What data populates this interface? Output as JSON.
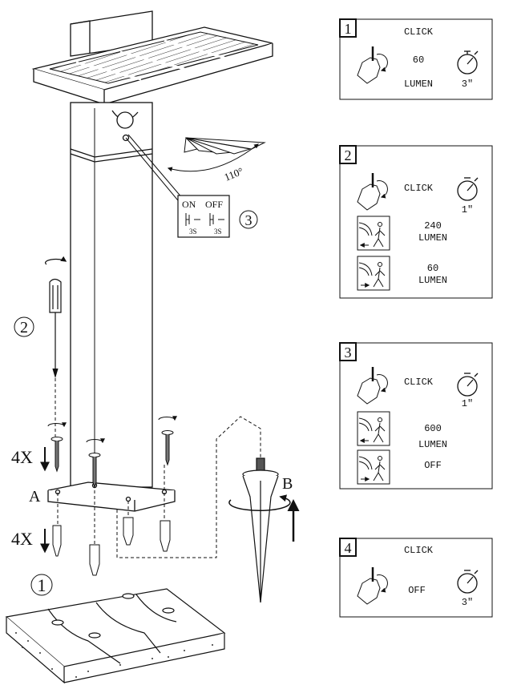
{
  "left": {
    "labels": {
      "step1": "1",
      "step2": "2",
      "step3": "3",
      "part_a": "A",
      "part_b": "B",
      "qty_screws": "4X",
      "qty_anchors": "4X",
      "angle": "110°"
    },
    "switch": {
      "on": "ON",
      "off": "OFF",
      "hold1": "3S",
      "hold2": "3S"
    }
  },
  "modes": [
    {
      "number": "1",
      "click": "CLICK",
      "value": "60",
      "unit": "LUMEN",
      "time": "3\""
    },
    {
      "number": "2",
      "click": "CLICK",
      "time": "1\"",
      "motion_value": "240",
      "motion_unit": "LUMEN",
      "idle_value": "60",
      "idle_unit": "LUMEN"
    },
    {
      "number": "3",
      "click": "CLICK",
      "time": "1\"",
      "motion_value": "600",
      "motion_unit": "LUMEN",
      "idle_value": "OFF"
    },
    {
      "number": "4",
      "click": "CLICK",
      "value": "OFF",
      "time": "3\""
    }
  ]
}
